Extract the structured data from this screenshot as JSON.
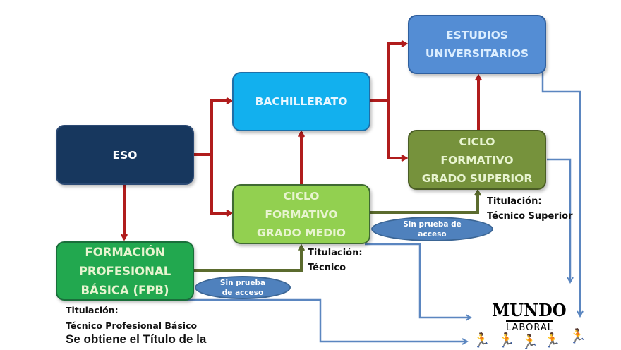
{
  "boxes": {
    "eso": {
      "label": "ESO",
      "color": "#17375e"
    },
    "bachillerato": {
      "label": "BACHILLERATO",
      "color": "#0ea5e9"
    },
    "estudios_universitarios": {
      "label": "ESTUDIOS\nUNIVERSITARIOS",
      "color": "#4a86d4"
    },
    "ciclo_superior": {
      "label": "CICLO\nFORMATIVO\nGRADO SUPERIOR",
      "color": "#6f8f35"
    },
    "ciclo_medio": {
      "label": "CICLO\nFORMATIVO\nGRADO MEDIO",
      "color": "#8cc63f"
    },
    "fpb": {
      "label": "FORMACIÓN\nPROFESIONAL\nBÁSICA (FPB)",
      "color": "#1ea64a"
    }
  },
  "pills": {
    "medio_to_superior": "Sin prueba de\nacceso",
    "fpb_to_medio": "Sin prueba\nde acceso"
  },
  "notes": {
    "superior_title": "Titulación:",
    "superior_value": "Técnico Superior",
    "medio_title": "Titulación:",
    "medio_value": "Técnico",
    "fpb_title": "Titulación:",
    "fpb_value": "Técnico Profesional Básico",
    "fpb_extra": "Se obtiene el Título de la"
  },
  "logo": {
    "title": "MUNDO",
    "subtitle": "LABORAL",
    "runner_colors": [
      "#f59e0b",
      "#facc15",
      "#ef4444",
      "#0ea5e9",
      "#22c55e",
      "#65a30d"
    ]
  },
  "colors": {
    "red_arrow": "#b01c1c",
    "olive_arrow": "#5b6b2e",
    "blue_arrow": "#5b86c0"
  }
}
